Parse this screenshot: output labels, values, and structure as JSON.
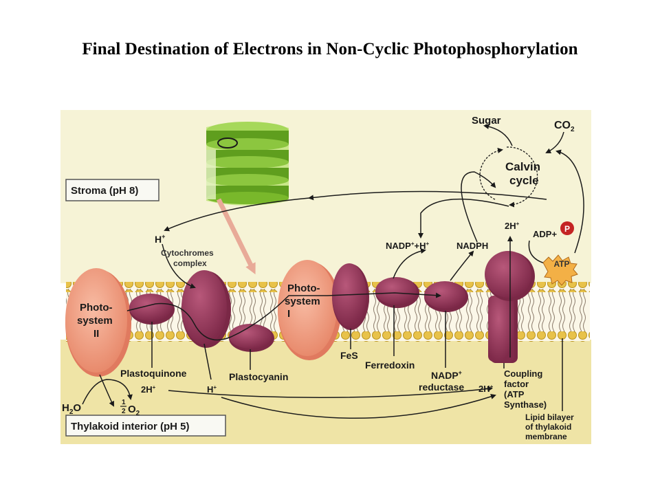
{
  "title": "Final Destination of Electrons in Non-Cyclic Photophosphorylation",
  "labels": {
    "stroma": "Stroma (pH 8)",
    "thylakoid_interior": "Thylakoid interior (pH 5)",
    "sugar": "Sugar",
    "co2": "CO",
    "co2_sub": "2",
    "calvin_1": "Calvin",
    "calvin_2": "cycle",
    "h_plus_top": "H",
    "h_plus_top_sup": "+",
    "cyt_1": "Cytochromes",
    "cyt_2": "complex",
    "ps2_1": "Photo-",
    "ps2_2": "system",
    "ps2_3": "II",
    "ps1_1": "Photo-",
    "ps1_2": "system",
    "ps1_3": "I",
    "nadp_h": "NADP",
    "nadp_h_sup": "+",
    "nadp_h_rest": "+H",
    "nadp_h_rest_sup": "+",
    "nadph": "NADPH",
    "two_h_top": "2H",
    "two_h_top_sup": "+",
    "adp": "ADP+",
    "p": "P",
    "atp": "ATP",
    "plastoquinone": "Plastoquinone",
    "plastocyanin": "Plastocyanin",
    "fes": "FeS",
    "ferredoxin": "Ferredoxin",
    "nadp_red_1": "NADP",
    "nadp_red_1_sup": "+",
    "nadp_red_2": "reductase",
    "two_h_bottom_right": "2H",
    "two_h_bottom_right_sup": "+",
    "coupling_1": "Coupling",
    "coupling_2": "factor",
    "coupling_3": "(ATP",
    "coupling_4": "Synthase)",
    "lipid_1": "Lipid bilayer",
    "lipid_2": "of thylakoid",
    "lipid_3": "membrane",
    "h2o": "H",
    "h2o_sub": "2",
    "h2o_rest": "O",
    "half_o2_num": "1",
    "half_o2_den": "2",
    "half_o2_o": "O",
    "half_o2_sub": "2",
    "two_h_bottom": "2H",
    "two_h_bottom_sup": "+",
    "h_bottom": "H",
    "h_bottom_sup": "+"
  },
  "colors": {
    "stroma_bg": "#f6f3d6",
    "interior_bg": "#efe4a6",
    "membrane_core": "#fbf7e8",
    "lipid_head": "#e8c24a",
    "photosystem": "#f2a487",
    "protein": "#9b3c5e",
    "protein_dark": "#7a2846",
    "chloroplast_green": "#79b82b",
    "arrow": "#1a1a1a",
    "guide_arrow": "#e8aa98"
  }
}
